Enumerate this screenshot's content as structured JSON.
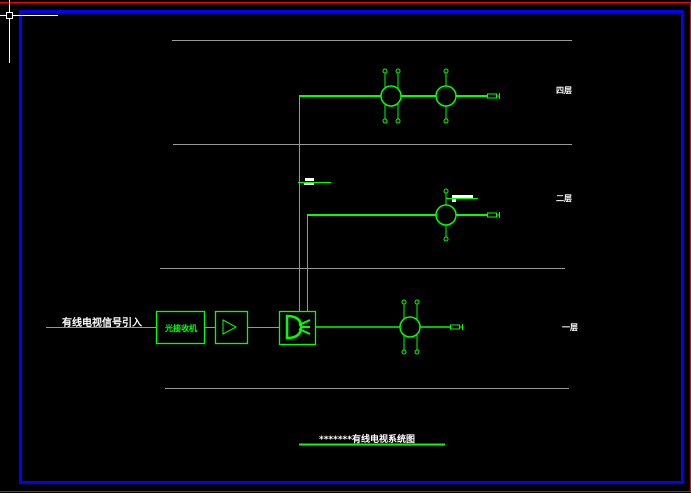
{
  "drawing": {
    "signal_input_label": "有线电视信号引入",
    "optical_receiver_label": "光接收机",
    "title": "*******有线电视系统图",
    "floors": [
      {
        "label": "四层"
      },
      {
        "label": "二层"
      },
      {
        "label": "一层"
      }
    ]
  },
  "colors": {
    "wire": "#00ff00",
    "frame_outer": "#ff0000",
    "frame_inner": "#0000ff",
    "floor_line": "#9a9a9a",
    "text": "#ffffff"
  }
}
